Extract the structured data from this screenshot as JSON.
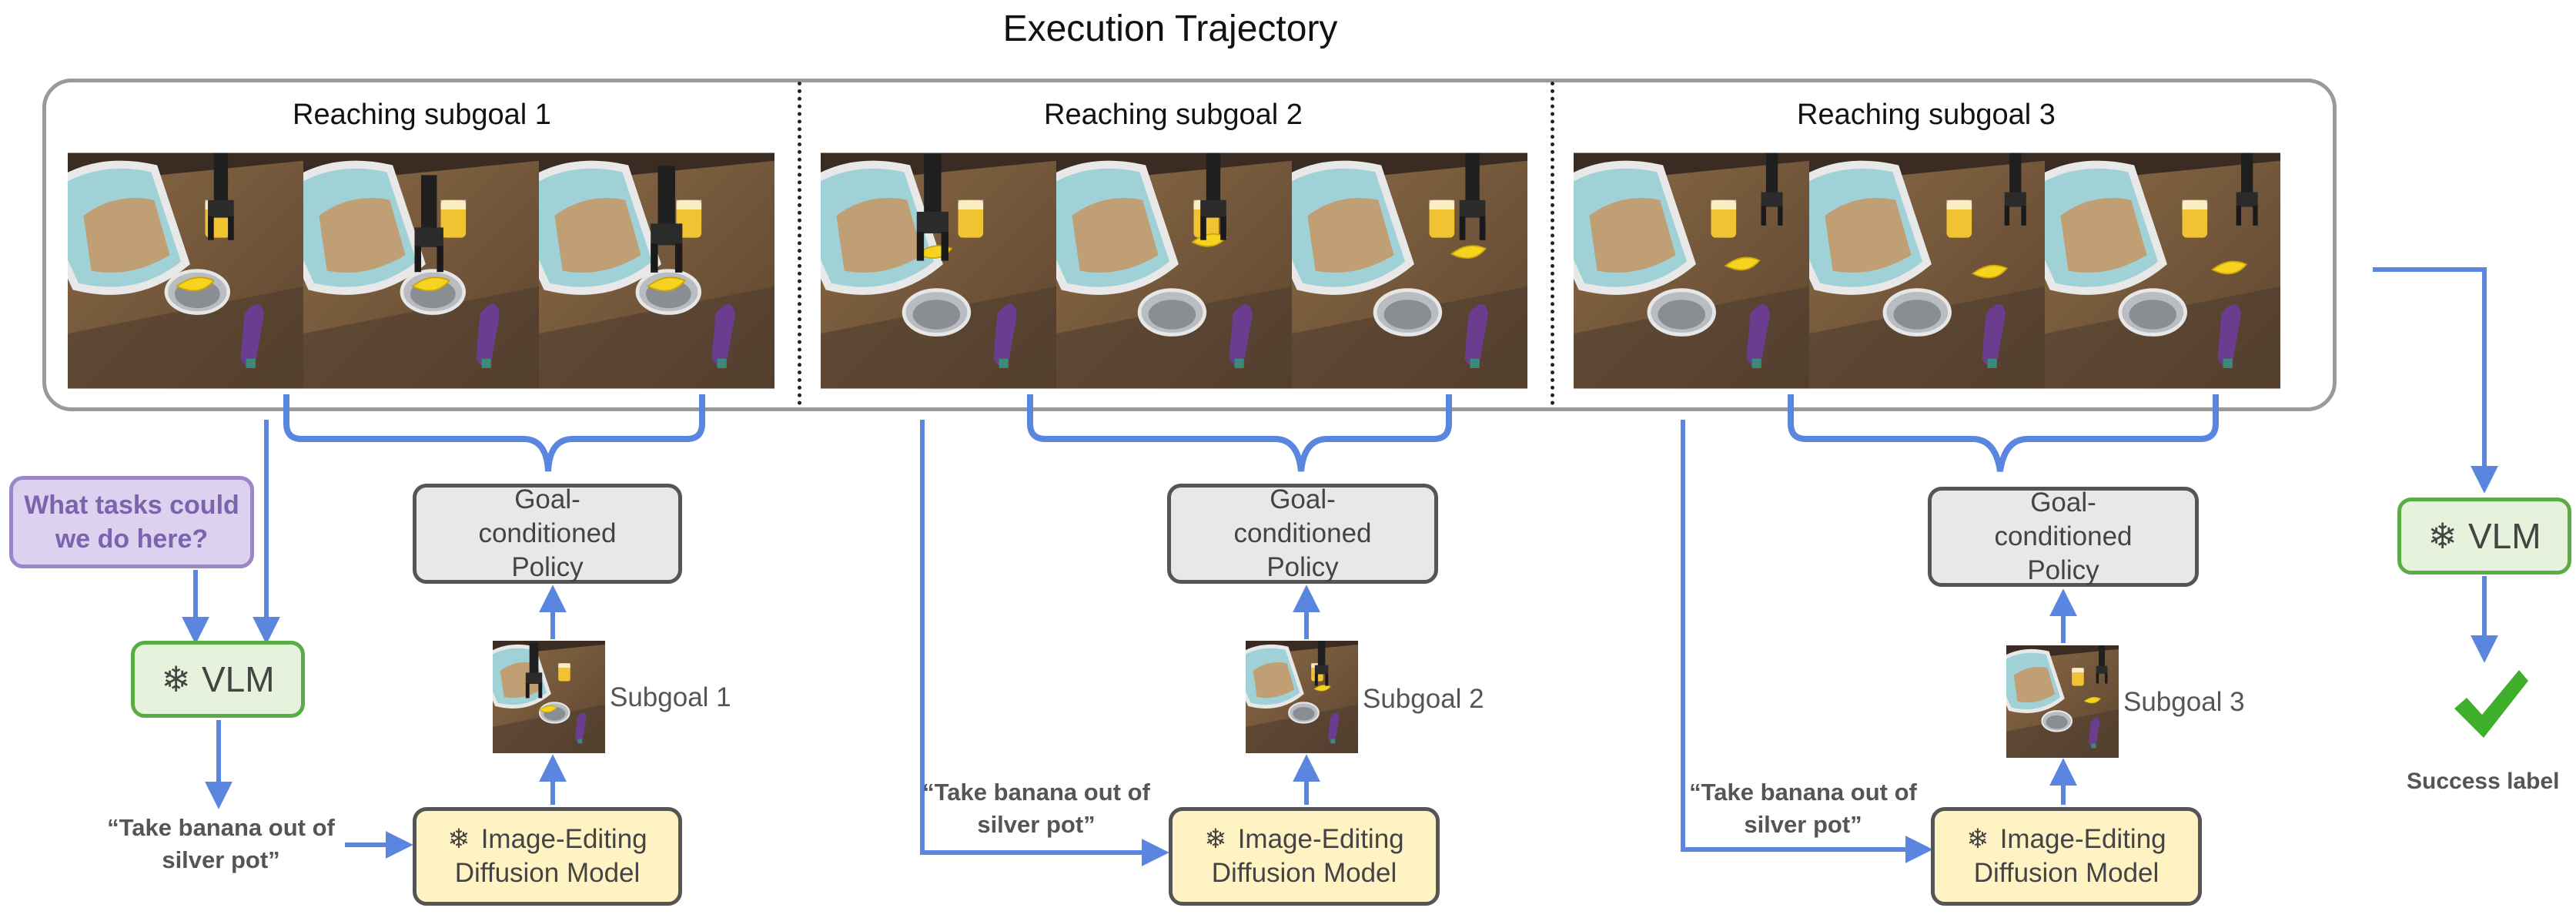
{
  "title": "Execution Trajectory",
  "stages": [
    {
      "heading": "Reaching subgoal 1",
      "policy_label": "Goal-conditioned Policy",
      "subgoal_label": "Subgoal 1",
      "instruction": "“Take banana out of silver pot”",
      "diffusion_label": "Image-Editing Diffusion Model"
    },
    {
      "heading": "Reaching subgoal 2",
      "policy_label": "Goal-conditioned Policy",
      "subgoal_label": "Subgoal 2",
      "instruction": "“Take banana out of silver pot”",
      "diffusion_label": "Image-Editing Diffusion Model"
    },
    {
      "heading": "Reaching subgoal 3",
      "policy_label": "Goal-conditioned Policy",
      "subgoal_label": "Subgoal 3",
      "instruction": "“Take banana out of silver pot”",
      "diffusion_label": "Image-Editing Diffusion Model"
    }
  ],
  "question": "What tasks could we do here?",
  "vlm_label": "VLM",
  "success_label": "Success label",
  "colors": {
    "arrow": "#5b86e0",
    "box_border": "#9a9a9a",
    "vlm_border": "#5aad44",
    "check": "#3fae2a"
  },
  "icons": {
    "frozen": "snowflake-icon",
    "success": "check-mark-icon"
  }
}
